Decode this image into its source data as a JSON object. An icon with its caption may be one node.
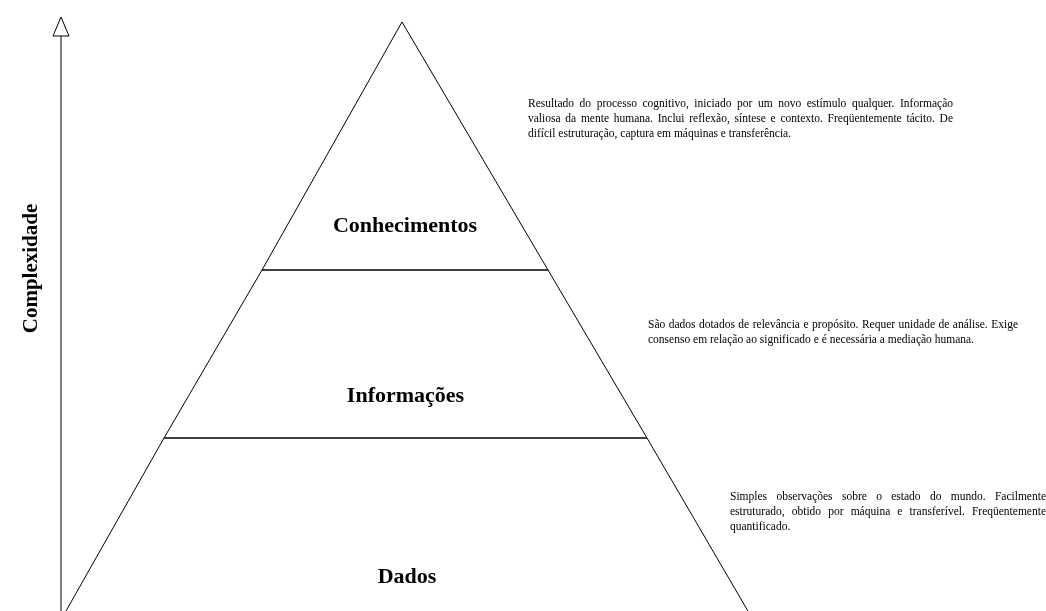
{
  "diagram": {
    "nodes": [
      {
        "text": [
          "Conhecimentos"
        ],
        "beside": [
          "Resultado do processo cognitivo, iniciado por um novo estímulo qualquer. Informação valiosa da mente humana. Inclui reflexão, síntese e contexto. Freqüentemente tácito. De difícil estruturação, captura em máquinas e transferência."
        ]
      },
      {
        "text": [
          "Informações"
        ],
        "beside": [
          "São dados dotados de relevância e propósito. Requer unidade de análise. Exige consenso em relação ao significado e é necessária a mediação humana."
        ]
      },
      {
        "text": [
          "Dados"
        ],
        "beside": [
          "Simples observações sobre o estado do mundo. Facilmente estruturado, obtido por máquina e transferível. Freqüentemente quantificado."
        ]
      }
    ],
    "edges": [],
    "labels": [
      "Complexidade"
    ]
  }
}
